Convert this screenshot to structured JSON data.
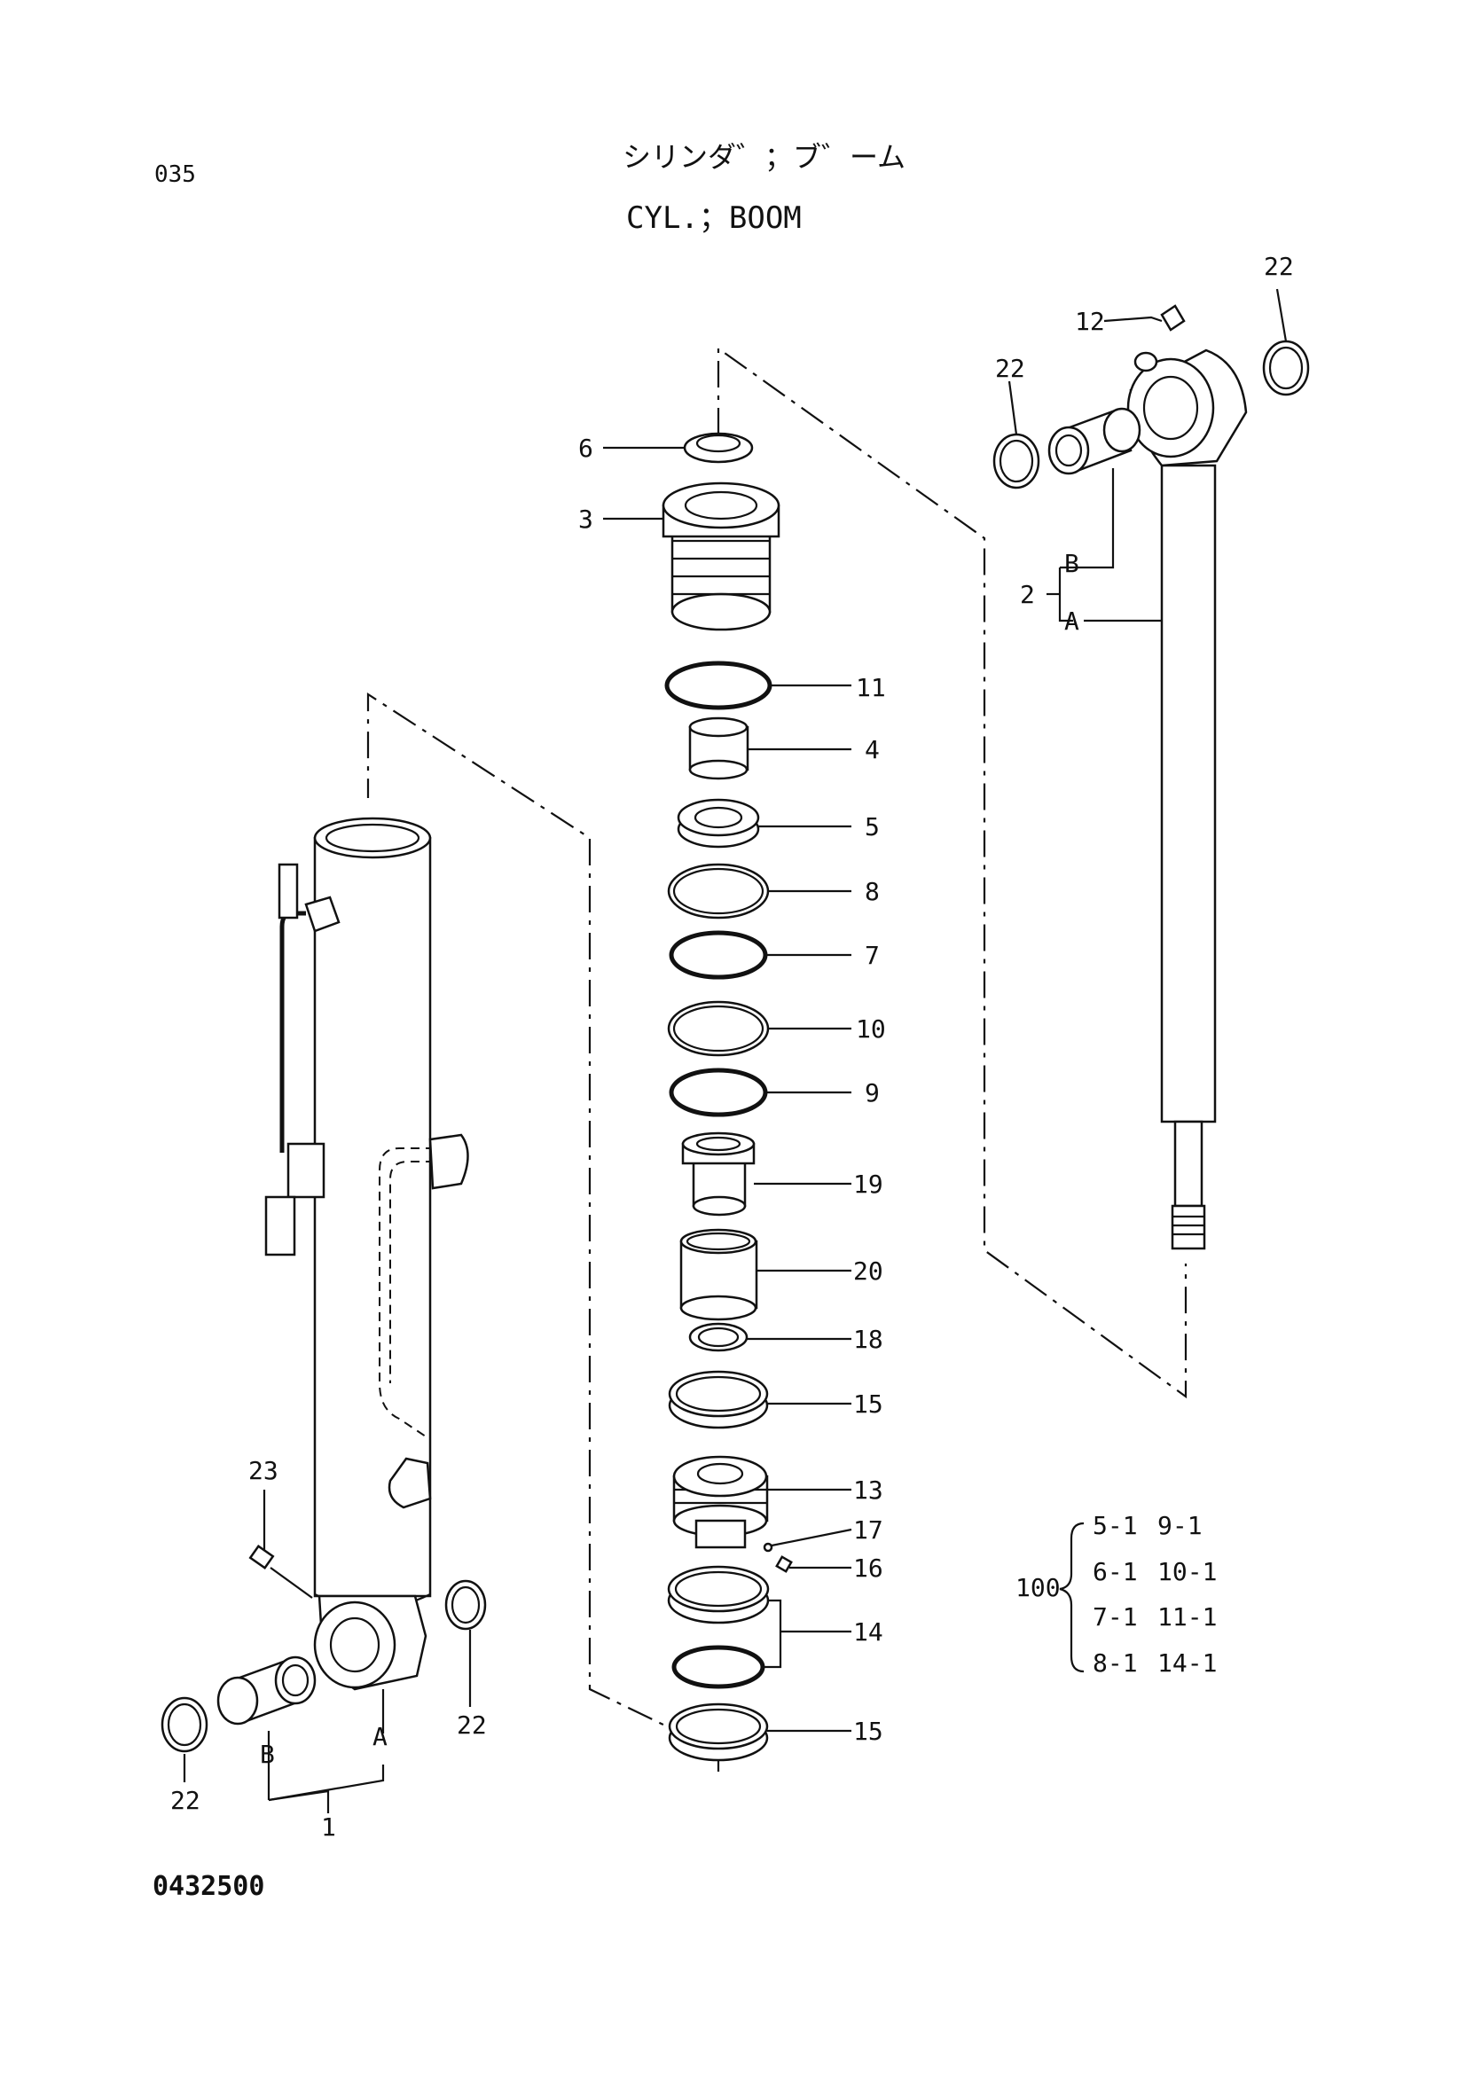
{
  "header": {
    "page_number": "035",
    "title_jp": "シリンダ゛；ブ゛ーム",
    "title_en": "CYL.；BOOM"
  },
  "footer": {
    "drawing_code": "0432500"
  },
  "callouts": {
    "c1": "1",
    "c1A": "A",
    "c1B": "B",
    "c2": "2",
    "c2A": "A",
    "c2B": "B",
    "c3": "3",
    "c4": "4",
    "c5": "5",
    "c6": "6",
    "c7": "7",
    "c8": "8",
    "c9": "9",
    "c10": "10",
    "c11": "11",
    "c12": "12",
    "c13": "13",
    "c14": "14",
    "c15a": "15",
    "c15b": "15",
    "c16": "16",
    "c17": "17",
    "c18": "18",
    "c19": "19",
    "c20": "20",
    "c22a": "22",
    "c22b": "22",
    "c22c": "22",
    "c22d": "22",
    "c23": "23"
  },
  "kit": {
    "number": "100",
    "items": [
      "5-1",
      "9-1",
      "6-1",
      "10-1",
      "7-1",
      "11-1",
      "8-1",
      "14-1"
    ]
  }
}
